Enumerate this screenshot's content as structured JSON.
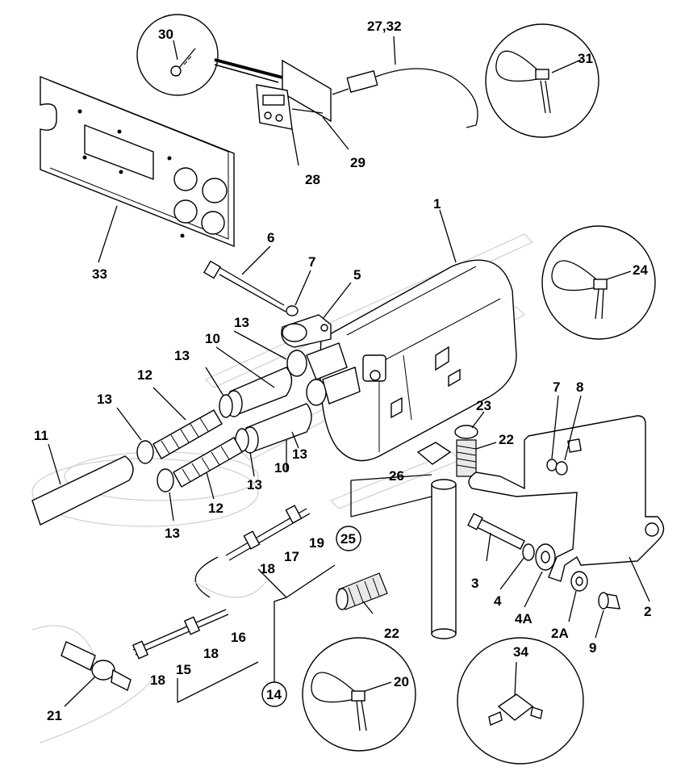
{
  "labels": [
    {
      "id": "1",
      "text": "1"
    },
    {
      "id": "2",
      "text": "2"
    },
    {
      "id": "2A",
      "text": "2A"
    },
    {
      "id": "3",
      "text": "3"
    },
    {
      "id": "4",
      "text": "4"
    },
    {
      "id": "4A",
      "text": "4A"
    },
    {
      "id": "5",
      "text": "5"
    },
    {
      "id": "6",
      "text": "6"
    },
    {
      "id": "7a",
      "text": "7"
    },
    {
      "id": "7b",
      "text": "7"
    },
    {
      "id": "8",
      "text": "8"
    },
    {
      "id": "9",
      "text": "9"
    },
    {
      "id": "10a",
      "text": "10"
    },
    {
      "id": "10b",
      "text": "10"
    },
    {
      "id": "11",
      "text": "11"
    },
    {
      "id": "12a",
      "text": "12"
    },
    {
      "id": "12b",
      "text": "12"
    },
    {
      "id": "13a",
      "text": "13"
    },
    {
      "id": "13b",
      "text": "13"
    },
    {
      "id": "13c",
      "text": "13"
    },
    {
      "id": "13d",
      "text": "13"
    },
    {
      "id": "13e",
      "text": "13"
    },
    {
      "id": "13f",
      "text": "13"
    },
    {
      "id": "14",
      "text": "14"
    },
    {
      "id": "15",
      "text": "15"
    },
    {
      "id": "16",
      "text": "16"
    },
    {
      "id": "17",
      "text": "17"
    },
    {
      "id": "18a",
      "text": "18"
    },
    {
      "id": "18b",
      "text": "18"
    },
    {
      "id": "18c",
      "text": "18"
    },
    {
      "id": "19",
      "text": "19"
    },
    {
      "id": "20",
      "text": "20"
    },
    {
      "id": "21",
      "text": "21"
    },
    {
      "id": "22a",
      "text": "22"
    },
    {
      "id": "22b",
      "text": "22"
    },
    {
      "id": "23",
      "text": "23"
    },
    {
      "id": "24",
      "text": "24"
    },
    {
      "id": "25",
      "text": "25"
    },
    {
      "id": "26",
      "text": "26"
    },
    {
      "id": "27_32",
      "text": "27,32"
    },
    {
      "id": "28",
      "text": "28"
    },
    {
      "id": "29",
      "text": "29"
    },
    {
      "id": "30",
      "text": "30"
    },
    {
      "id": "31",
      "text": "31"
    },
    {
      "id": "33",
      "text": "33"
    },
    {
      "id": "34",
      "text": "34"
    }
  ]
}
